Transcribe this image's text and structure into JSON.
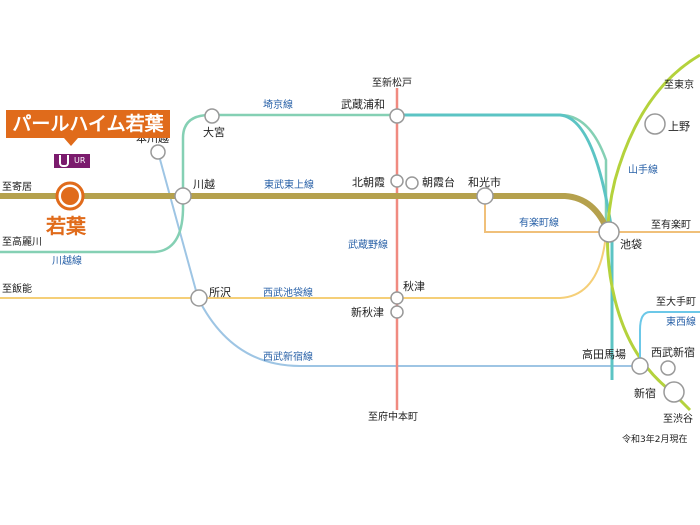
{
  "property": {
    "name": "パールハイム若葉",
    "station_name": "若葉",
    "operator_logo_text": "UR"
  },
  "stations": {
    "omiya": "大宮",
    "honkawagoe": "本川越",
    "kawagoe": "川越",
    "musashi_urawa": "武蔵浦和",
    "kita_asaka": "北朝霞",
    "asakadai": "朝霞台",
    "wakoshi": "和光市",
    "ikebukuro": "池袋",
    "ueno": "上野",
    "tokorozawa": "所沢",
    "akitsu": "秋津",
    "shin_akitsu": "新秋津",
    "takadanobaba": "高田馬場",
    "seibu_shinjuku": "西武新宿",
    "shinjuku": "新宿"
  },
  "destinations": {
    "shin_matsudo": "至新松戸",
    "tokyo": "至東京",
    "yorii": "至寄居",
    "komagawa": "至高麗川",
    "yurakucho": "至有楽町",
    "hanno": "至飯能",
    "otemachi": "至大手町",
    "shibuya": "至渋谷",
    "fuchu_hommachi": "至府中本町"
  },
  "lines": {
    "saikyo": "埼京線",
    "tobu_tojo": "東武東上線",
    "kawagoe": "川越線",
    "musashino": "武蔵野線",
    "yurakucho": "有楽町線",
    "yamanote": "山手線",
    "seibu_ikebukuro": "西武池袋線",
    "seibu_shinjuku": "西武新宿線",
    "tozai": "東西線"
  },
  "colors": {
    "tobu_tojo": "#b5a14d",
    "saikyo": "#7ed3b8",
    "yamanote": "#b4d23c",
    "musashino": "#f08a80",
    "yurakucho": "#f0c07a",
    "seibu_ikebukuro": "#f5cf78",
    "seibu_shinjuku": "#9ec5e4",
    "tozai": "#6cc8e8",
    "kawagoe_line": "#85d0b4",
    "teal_loop": "#5cc4c4",
    "accent": "#e06b1b"
  },
  "note": "令和3年2月現在"
}
